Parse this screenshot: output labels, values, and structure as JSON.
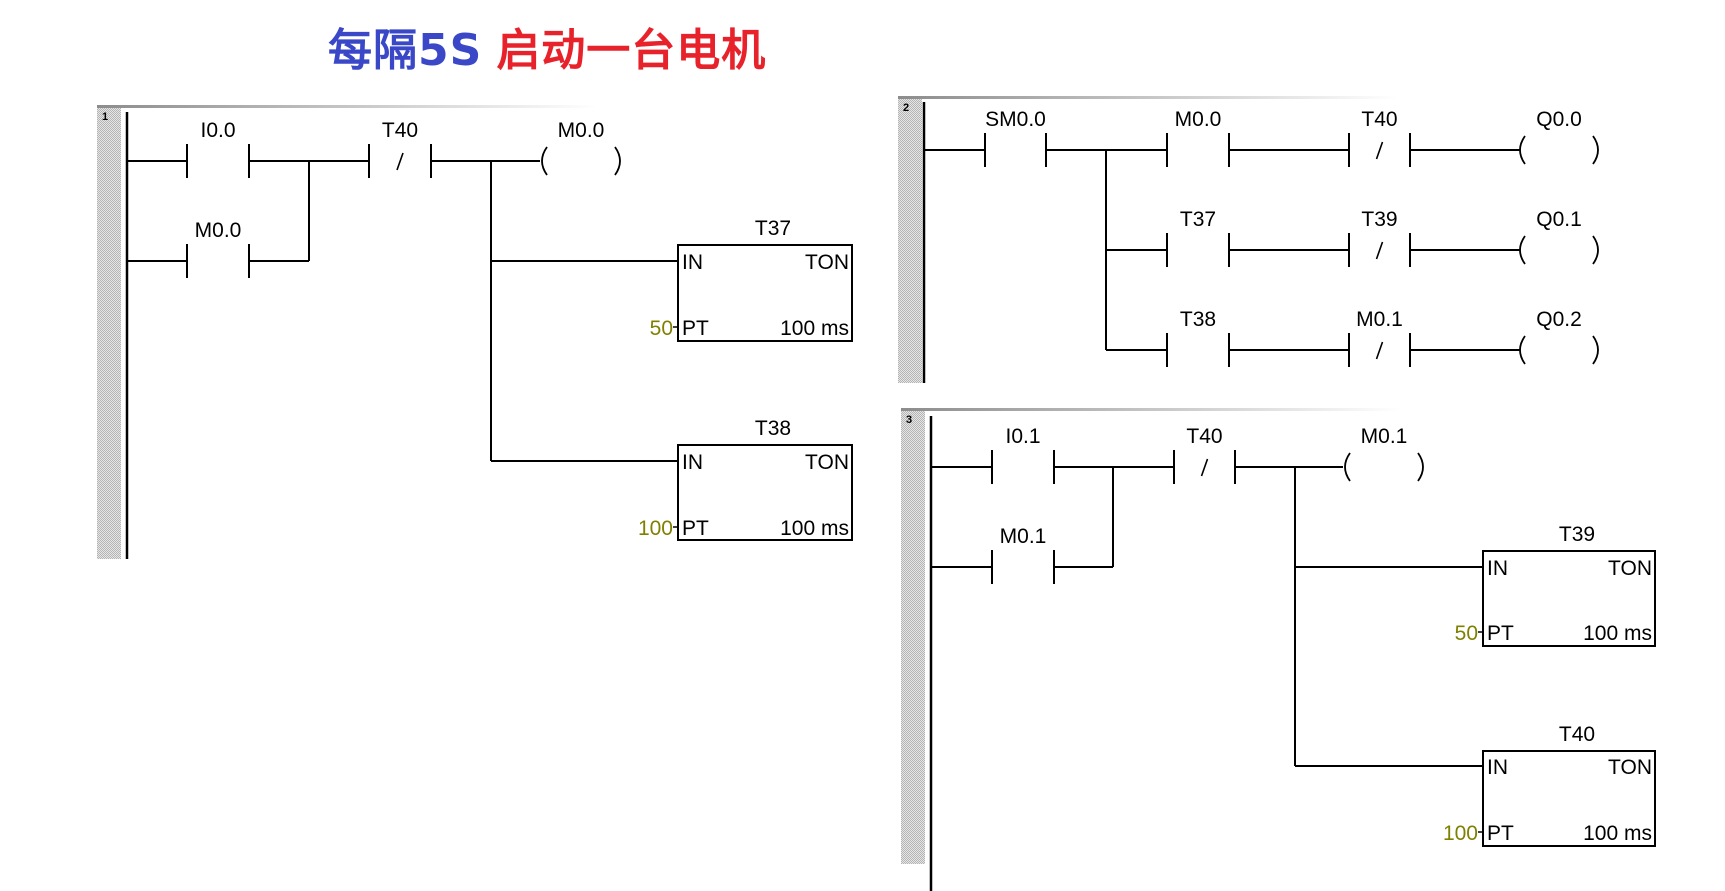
{
  "title": {
    "part1": "每隔5S",
    "part2": "启动一台电机",
    "colors": {
      "part1": "#3a48c8",
      "part2": "#e8222a"
    }
  },
  "colors": {
    "wire": "#000000",
    "preset": "#808000",
    "network_bar": "#c8c8c8"
  },
  "networks": [
    {
      "number": "1",
      "contacts": [
        {
          "addr": "I0.0",
          "type": "NO"
        },
        {
          "addr": "M0.0",
          "type": "NO"
        },
        {
          "addr": "T40",
          "type": "NC",
          "symbol": "/"
        }
      ],
      "coils": [
        {
          "addr": "M0.0"
        }
      ],
      "timers": [
        {
          "name": "T37",
          "type": "TON",
          "in": "IN",
          "pt_label": "PT",
          "preset": "50",
          "base": "100 ms"
        },
        {
          "name": "T38",
          "type": "TON",
          "in": "IN",
          "pt_label": "PT",
          "preset": "100",
          "base": "100 ms"
        }
      ]
    },
    {
      "number": "2",
      "contacts": [
        {
          "addr": "SM0.0",
          "type": "NO"
        },
        {
          "addr": "M0.0",
          "type": "NO"
        },
        {
          "addr": "T40",
          "type": "NC",
          "symbol": "/"
        },
        {
          "addr": "T37",
          "type": "NO"
        },
        {
          "addr": "T39",
          "type": "NC",
          "symbol": "/"
        },
        {
          "addr": "T38",
          "type": "NO"
        },
        {
          "addr": "M0.1",
          "type": "NC",
          "symbol": "/"
        }
      ],
      "coils": [
        {
          "addr": "Q0.0"
        },
        {
          "addr": "Q0.1"
        },
        {
          "addr": "Q0.2"
        }
      ]
    },
    {
      "number": "3",
      "contacts": [
        {
          "addr": "I0.1",
          "type": "NO"
        },
        {
          "addr": "M0.1",
          "type": "NO"
        },
        {
          "addr": "T40",
          "type": "NC",
          "symbol": "/"
        }
      ],
      "coils": [
        {
          "addr": "M0.1"
        }
      ],
      "timers": [
        {
          "name": "T39",
          "type": "TON",
          "in": "IN",
          "pt_label": "PT",
          "preset": "50",
          "base": "100 ms"
        },
        {
          "name": "T40",
          "type": "TON",
          "in": "IN",
          "pt_label": "PT",
          "preset": "100",
          "base": "100 ms"
        }
      ]
    }
  ]
}
